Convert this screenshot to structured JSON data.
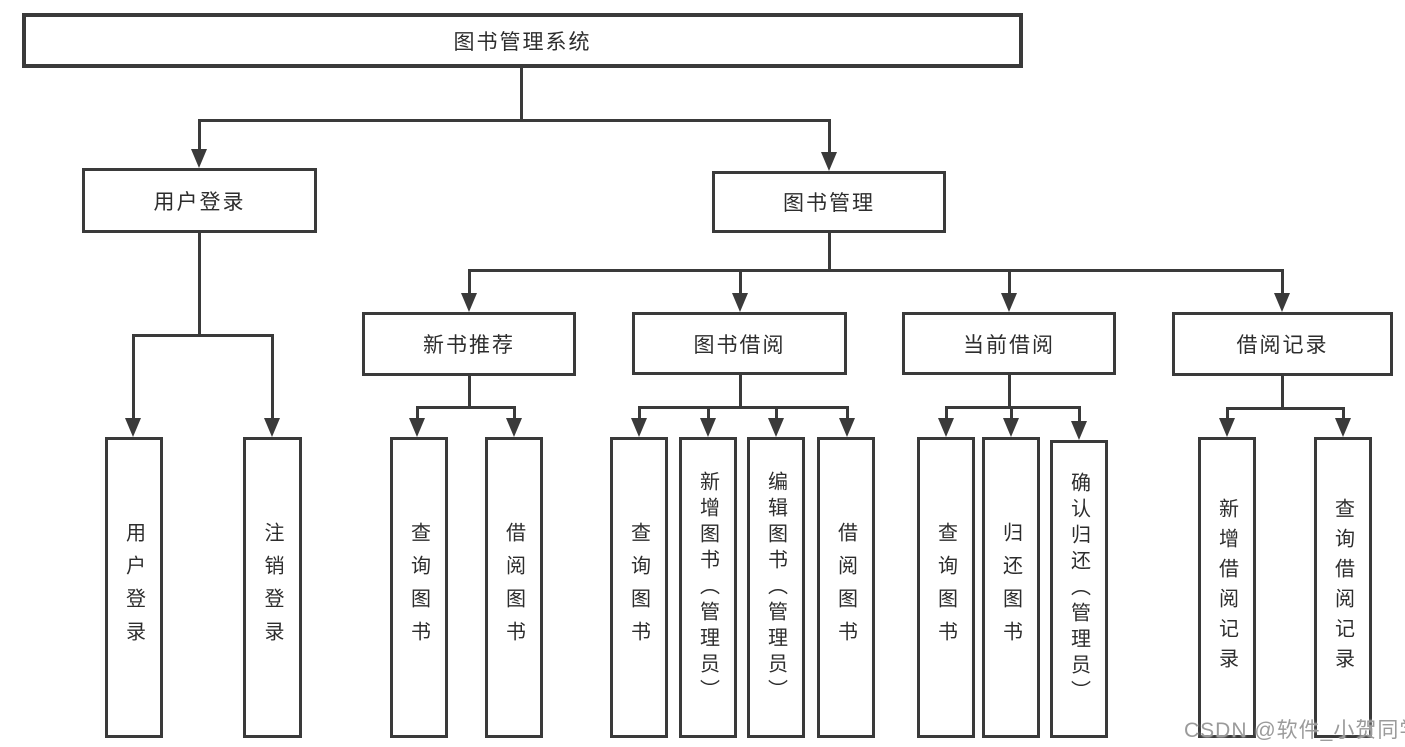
{
  "nodes": {
    "root": "图书管理系统",
    "user_login": "用户登录",
    "book_mgmt": "图书管理",
    "new_books": "新书推荐",
    "book_borrow": "图书借阅",
    "current_borrow": "当前借阅",
    "borrow_records": "借阅记录",
    "leaf_user_login": "用户登录",
    "leaf_logout": "注销登录",
    "leaf_query_books_1": "查询图书",
    "leaf_borrow_books_1": "借阅图书",
    "leaf_query_books_2": "查询图书",
    "leaf_add_books": "新增图书（管理员）",
    "leaf_edit_books": "编辑图书（管理员）",
    "leaf_borrow_books_2": "借阅图书",
    "leaf_query_books_3": "查询图书",
    "leaf_return_books": "归还图书",
    "leaf_confirm_return": "确认归还（管理员）",
    "leaf_add_record": "新增借阅记录",
    "leaf_query_record": "查询借阅记录"
  },
  "watermark": "CSDN @软件_小贺同学",
  "colors": {
    "line": "#3a3a3a",
    "text": "#2d2d2d",
    "watermark": "#9b9b9b",
    "background": "#ffffff"
  }
}
